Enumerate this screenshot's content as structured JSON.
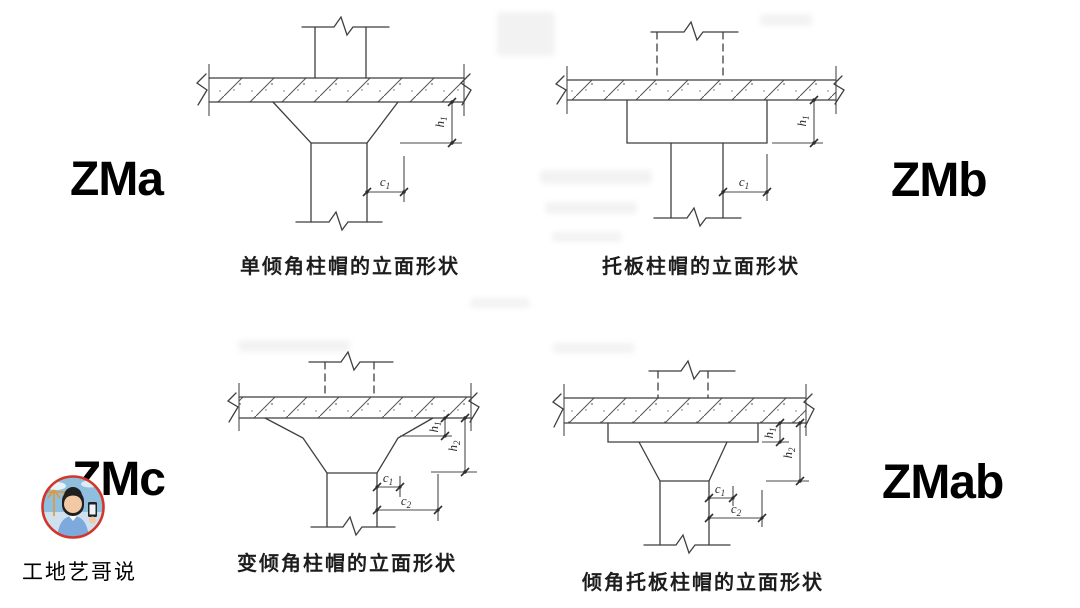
{
  "labels": {
    "zma": "ZMa",
    "zmb": "ZMb",
    "zmc": "ZMc",
    "zmab": "ZMab"
  },
  "captions": {
    "zma": "单倾角柱帽的立面形状",
    "zmb": "托板柱帽的立面形状",
    "zmc": "变倾角柱帽的立面形状",
    "zmab": "倾角托板柱帽的立面形状"
  },
  "dim_labels": {
    "h1": {
      "base": "h",
      "sub": "1"
    },
    "h2": {
      "base": "h",
      "sub": "2"
    },
    "c1": {
      "base": "c",
      "sub": "1"
    },
    "c2": {
      "base": "c",
      "sub": "2"
    }
  },
  "watermark": {
    "text": "工地艺哥说"
  },
  "colors": {
    "line": "#3f3f3f",
    "caption_text": "#1d1d1d",
    "avatar_ring": "#d0372a"
  }
}
